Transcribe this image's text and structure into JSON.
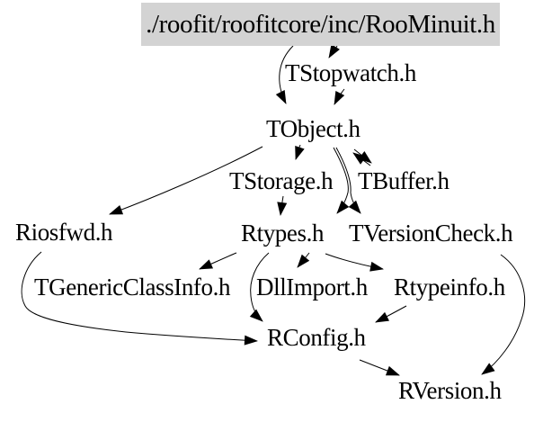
{
  "diagram": {
    "type": "include-dependency-graph",
    "nodes": [
      {
        "id": "roominuit",
        "label": "./roofit/roofitcore/inc/RooMinuit.h",
        "highlighted": true
      },
      {
        "id": "tstopwatch",
        "label": "TStopwatch.h"
      },
      {
        "id": "tobject",
        "label": "TObject.h"
      },
      {
        "id": "tstorage",
        "label": "TStorage.h"
      },
      {
        "id": "tbuffer",
        "label": "TBuffer.h"
      },
      {
        "id": "riosfwd",
        "label": "Riosfwd.h"
      },
      {
        "id": "rtypes",
        "label": "Rtypes.h"
      },
      {
        "id": "tversioncheck",
        "label": "TVersionCheck.h"
      },
      {
        "id": "tgenericclassinfo",
        "label": "TGenericClassInfo.h"
      },
      {
        "id": "dllimport",
        "label": "DllImport.h"
      },
      {
        "id": "rtypeinfo",
        "label": "Rtypeinfo.h"
      },
      {
        "id": "rconfig",
        "label": "RConfig.h"
      },
      {
        "id": "rversion",
        "label": "RVersion.h"
      }
    ],
    "edges": [
      {
        "from": "RooMinuit.h",
        "to": "TStopwatch.h"
      },
      {
        "from": "RooMinuit.h",
        "to": "TObject.h"
      },
      {
        "from": "TStopwatch.h",
        "to": "TObject.h"
      },
      {
        "from": "TObject.h",
        "to": "TStorage.h"
      },
      {
        "from": "TObject.h",
        "to": "TBuffer.h"
      },
      {
        "from": "TBuffer.h",
        "to": "TObject.h"
      },
      {
        "from": "TObject.h",
        "to": "Riosfwd.h"
      },
      {
        "from": "TObject.h",
        "to": "Rtypes.h"
      },
      {
        "from": "TObject.h",
        "to": "TVersionCheck.h"
      },
      {
        "from": "TStorage.h",
        "to": "Rtypes.h"
      },
      {
        "from": "Rtypes.h",
        "to": "TGenericClassInfo.h"
      },
      {
        "from": "Rtypes.h",
        "to": "DllImport.h"
      },
      {
        "from": "Rtypes.h",
        "to": "Rtypeinfo.h"
      },
      {
        "from": "Rtypes.h",
        "to": "RConfig.h"
      },
      {
        "from": "Rtypeinfo.h",
        "to": "RConfig.h"
      },
      {
        "from": "Riosfwd.h",
        "to": "RConfig.h"
      },
      {
        "from": "RConfig.h",
        "to": "RVersion.h"
      },
      {
        "from": "TVersionCheck.h",
        "to": "RVersion.h"
      }
    ],
    "colors": {
      "background": "#ffffff",
      "line": "#000000",
      "text": "#000000",
      "highlight_node_fill": "#d3d3d3"
    }
  }
}
